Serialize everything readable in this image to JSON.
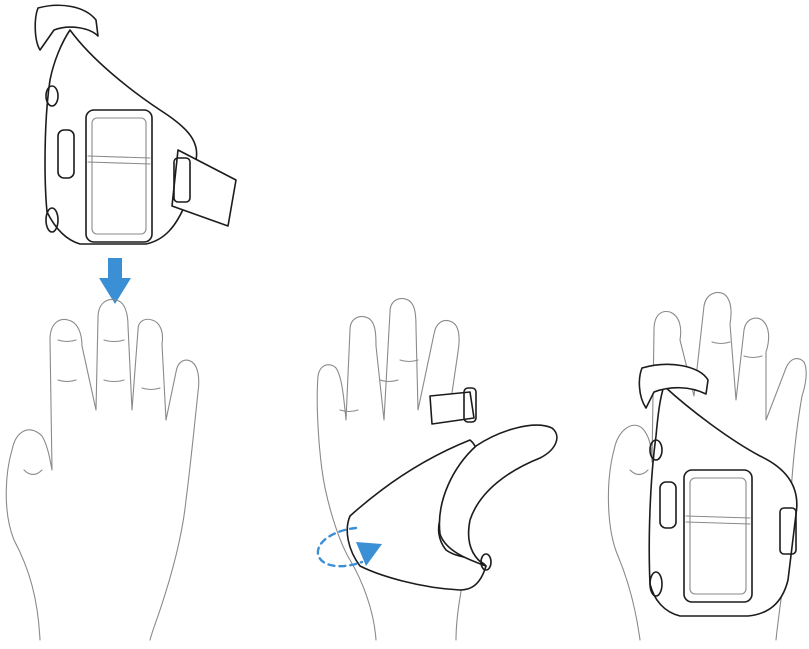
{
  "figure": {
    "steps": [
      "step-1-slide-onto-hand",
      "step-2-secure-strap",
      "step-3-mounted"
    ],
    "colors": {
      "accent": "#3b8fd4",
      "line": "#1c1c1c",
      "skin_line": "#8a8a8a",
      "background": "#ffffff"
    },
    "icons": [
      "down-arrow-icon",
      "rotate-arrow-icon"
    ]
  }
}
